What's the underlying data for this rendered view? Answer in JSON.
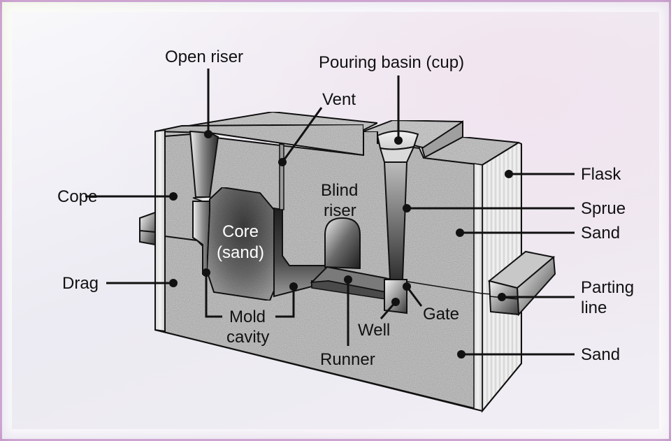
{
  "title": "Sand casting mold cross-section",
  "labels": {
    "open_riser": "Open riser",
    "pouring_basin": "Pouring basin (cup)",
    "vent": "Vent",
    "flask": "Flask",
    "cope": "Cope",
    "sprue": "Sprue",
    "blind_riser_1": "Blind",
    "blind_riser_2": "riser",
    "sand_upper": "Sand",
    "core_1": "Core",
    "core_2": "(sand)",
    "drag": "Drag",
    "parting_line_1": "Parting",
    "parting_line_2": "line",
    "mold_cavity_1": "Mold",
    "mold_cavity_2": "cavity",
    "gate": "Gate",
    "well": "Well",
    "runner": "Runner",
    "sand_lower": "Sand"
  },
  "colors": {
    "border": "#c79bcb",
    "sand": "#bdbdbd",
    "cavity_dark": "#3a3a3a",
    "outline": "#111111"
  }
}
